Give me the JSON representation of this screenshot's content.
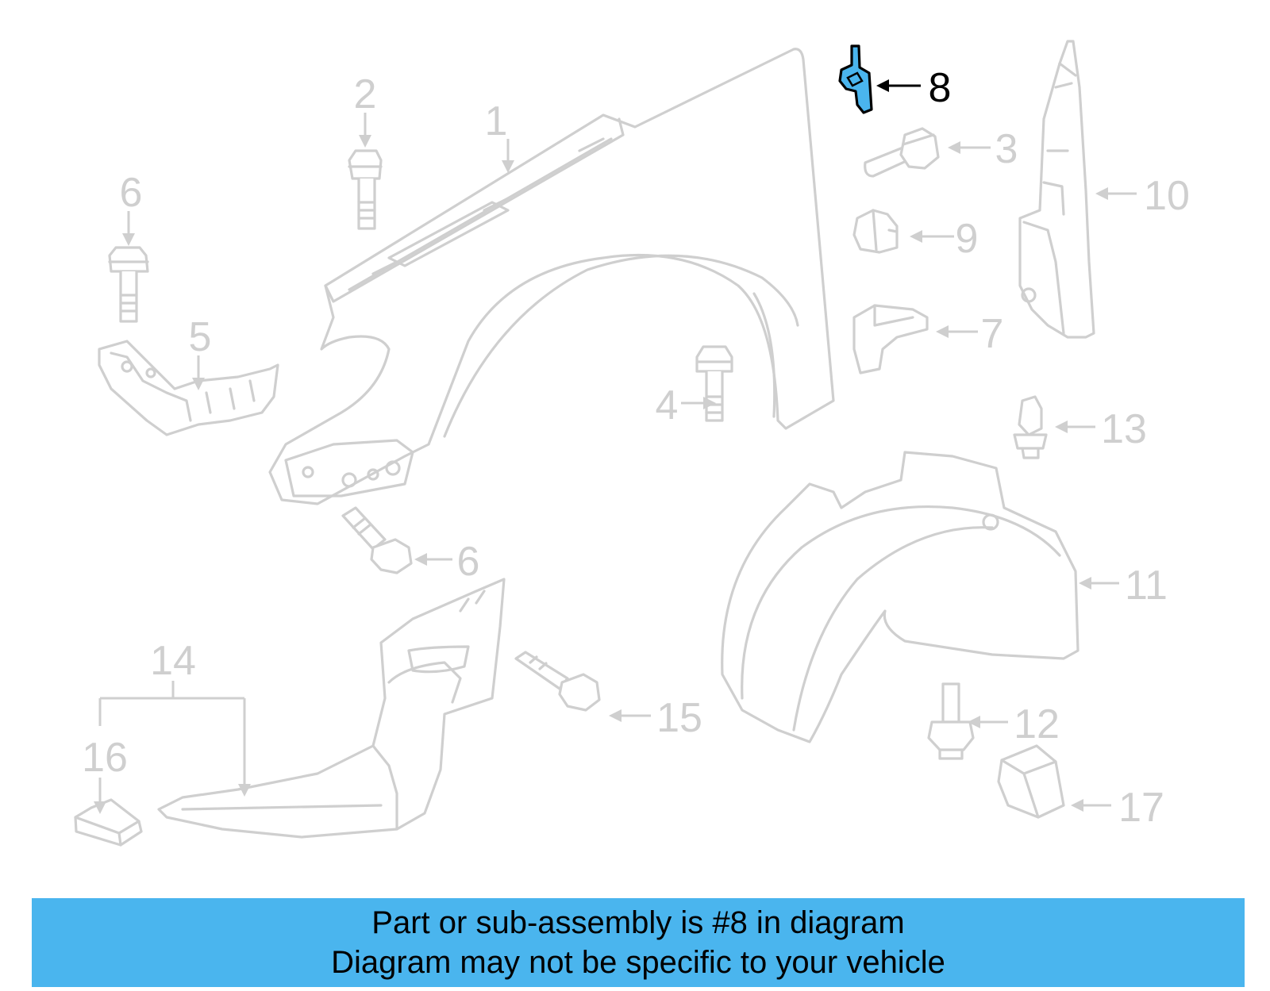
{
  "highlight": {
    "color": "#4ab5ee",
    "part_number": "8"
  },
  "callouts": {
    "c1": "1",
    "c2": "2",
    "c3": "3",
    "c4": "4",
    "c5": "5",
    "c6a": "6",
    "c6b": "6",
    "c7": "7",
    "c8": "8",
    "c9": "9",
    "c10": "10",
    "c11": "11",
    "c12": "12",
    "c13": "13",
    "c14": "14",
    "c15": "15",
    "c16": "16",
    "c17": "17"
  },
  "banner": {
    "line1": "Part or sub-assembly is #8 in diagram",
    "line2": "Diagram may not be specific to your vehicle"
  }
}
